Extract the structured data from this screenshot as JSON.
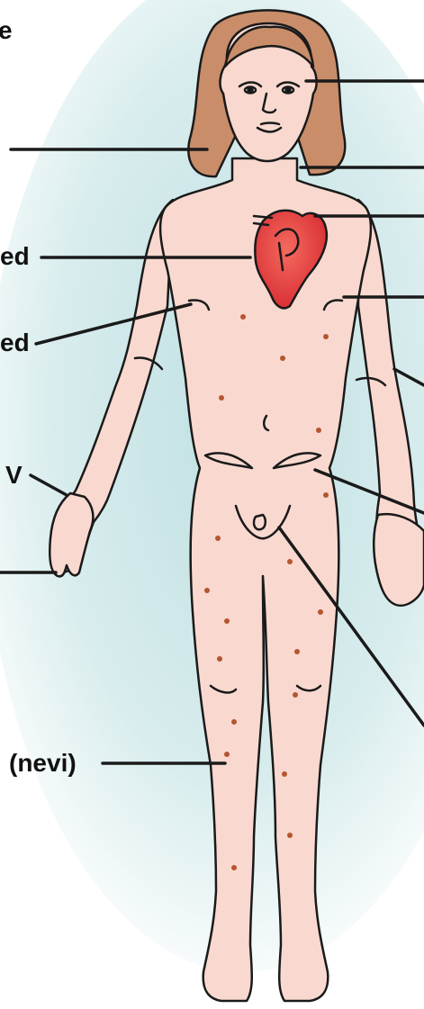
{
  "labels": {
    "top_fragment": "e",
    "chest_upper_fragment": "ed",
    "chest_lower_fragment": "ed",
    "arm_fragment": "V",
    "leg_fragment": "(nevi)"
  },
  "colors": {
    "skin": "#f9d9cf",
    "hair": "#c98d6a",
    "heart": "#e43a3c",
    "nevi": "#b5552f",
    "outline": "#1a1a1a",
    "background_tint": "#bfe0e2"
  },
  "icons": [
    "human-body-figure",
    "heart-icon",
    "hair",
    "face",
    "nevi-dots"
  ]
}
